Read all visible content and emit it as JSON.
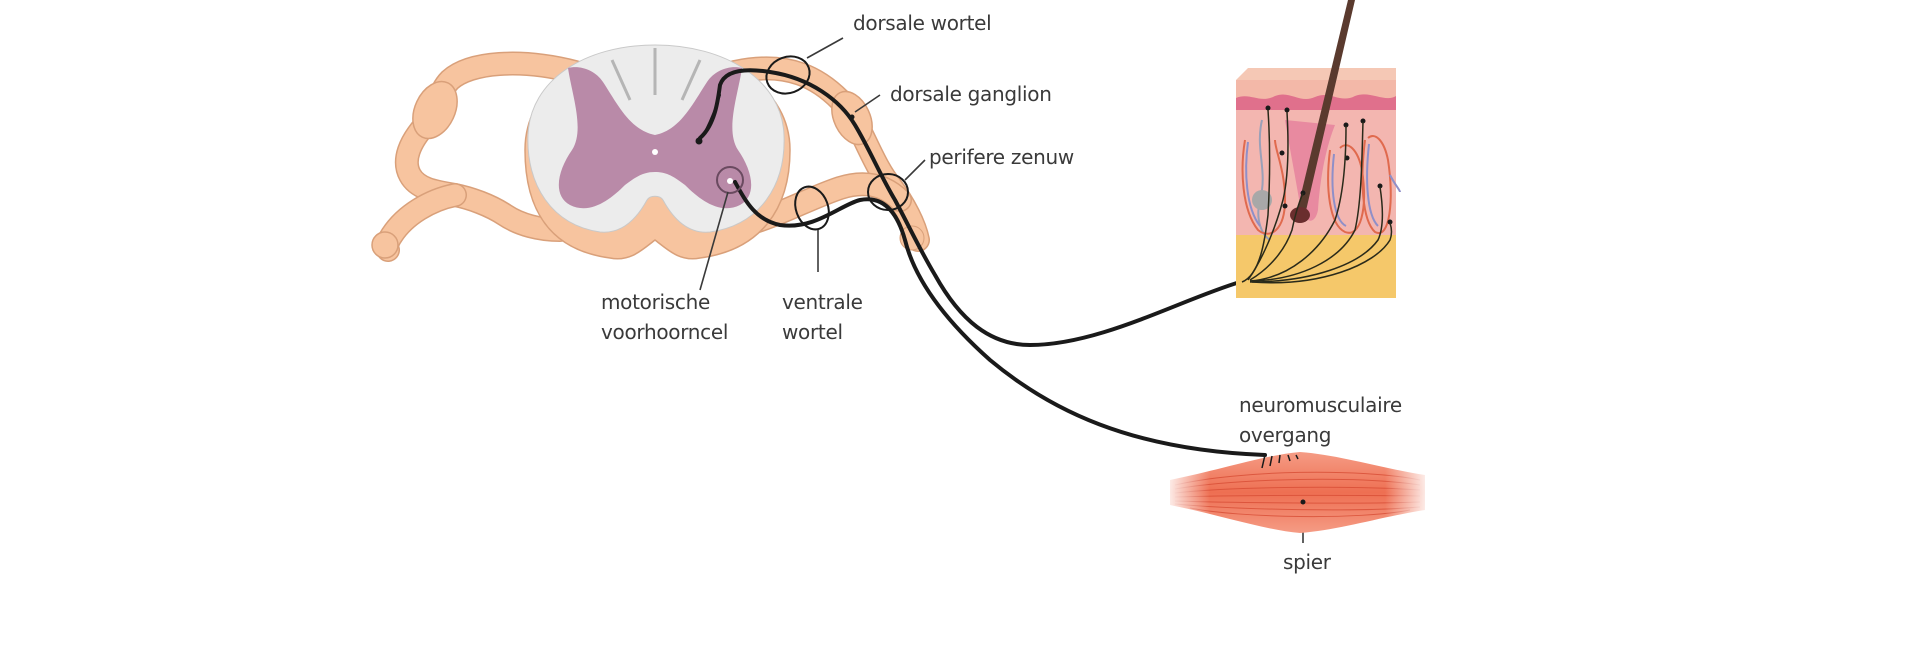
{
  "diagram": {
    "type": "anatomical-reflex-arc",
    "language": "nl",
    "labels": {
      "dorsal_root": "dorsale wortel",
      "dorsal_ganglion": "dorsale ganglion",
      "peripheral_nerve": "perifere zenuw",
      "motor_neuron_line1": "motorische",
      "motor_neuron_line2": "voorhoorncel",
      "ventral_root_line1": "ventrale",
      "ventral_root_line2": "wortel",
      "nmj_line1": "neuromusculaire",
      "nmj_line2": "overgang",
      "muscle": "spier"
    },
    "colors": {
      "meninges": "#f7c49f",
      "meninges_outline": "#d9a07a",
      "white_matter": "#ececec",
      "grey_matter": "#b98aa8",
      "nerve": "#1a1a1a",
      "skin_top": "#f1b7a8",
      "skin_epidermis": "#e0708c",
      "dermis": "#f3b6b0",
      "fat": "#f5c86a",
      "muscle": "#ef7a5e",
      "muscle_light": "#f7b7a3",
      "hair": "#5a3a2e",
      "text": "#3a3a3a"
    }
  }
}
